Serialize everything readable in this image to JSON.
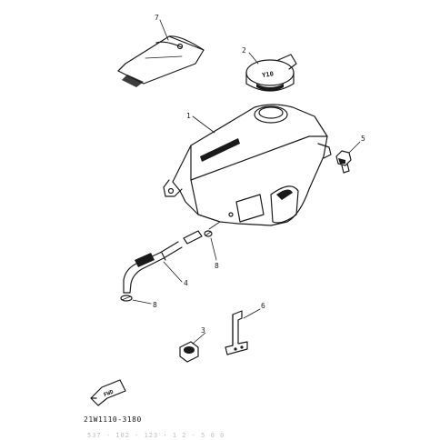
{
  "diagram": {
    "part_number": "21W1110-3180",
    "footer_faint_text": "537 - 102  ·  123   ·  1 2 · 5 0 0",
    "fwd_label": "FWD",
    "cap_marking": "Y10",
    "callouts": [
      {
        "id": "1",
        "part": "tank"
      },
      {
        "id": "2",
        "part": "cap"
      },
      {
        "id": "3",
        "part": "grommet"
      },
      {
        "id": "4",
        "part": "hose"
      },
      {
        "id": "5",
        "part": "bolt"
      },
      {
        "id": "6",
        "part": "bracket"
      },
      {
        "id": "7",
        "part": "pad"
      },
      {
        "id": "8a",
        "part": "clip-upper"
      },
      {
        "id": "8b",
        "part": "clip-lower"
      }
    ],
    "labels": {
      "c1": "1",
      "c2": "2",
      "c3": "3",
      "c4": "4",
      "c5": "5",
      "c6": "6",
      "c7": "7",
      "c8a": "8",
      "c8b": "8"
    }
  }
}
